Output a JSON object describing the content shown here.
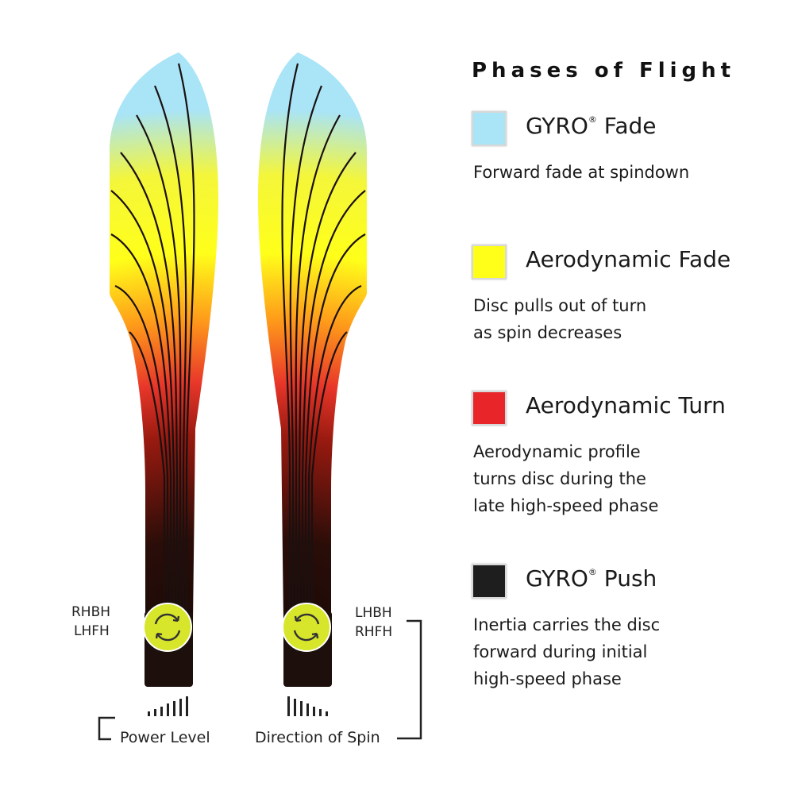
{
  "title": "Phases of Flight",
  "colors": {
    "gyro_fade": "#a9e4f7",
    "aero_fade": "#ffff1a",
    "aero_turn": "#e8262a",
    "gyro_push": "#1e1e1e",
    "indicator": "#d7e62b"
  },
  "phases": [
    {
      "name": "GYRO",
      "mark": "®",
      "suffix": " Fade",
      "desc": "Forward fade at spindown",
      "color": "#a9e4f7"
    },
    {
      "name": "Aerodynamic Fade",
      "mark": "",
      "suffix": "",
      "desc": "Disc pulls out of turn\nas spin decreases",
      "color": "#ffff1a"
    },
    {
      "name": "Aerodynamic Turn",
      "mark": "",
      "suffix": "",
      "desc": "Aerodynamic profile\nturns disc during the\nlate high-speed phase",
      "color": "#e8262a"
    },
    {
      "name": "GYRO",
      "mark": "®",
      "suffix": " Push",
      "desc": "Inertia carries the disc\nforward during initial\nhigh-speed phase",
      "color": "#1e1e1e"
    }
  ],
  "labels": {
    "left_line1": "RHBH",
    "left_line2": "LHFH",
    "right_line1": "LHBH",
    "right_line2": "RHFH",
    "power_level": "Power Level",
    "direction_of_spin": "Direction of Spin"
  },
  "icons": {
    "spin": "rotation-arrows-icon",
    "power": "signal-bars-icon"
  }
}
